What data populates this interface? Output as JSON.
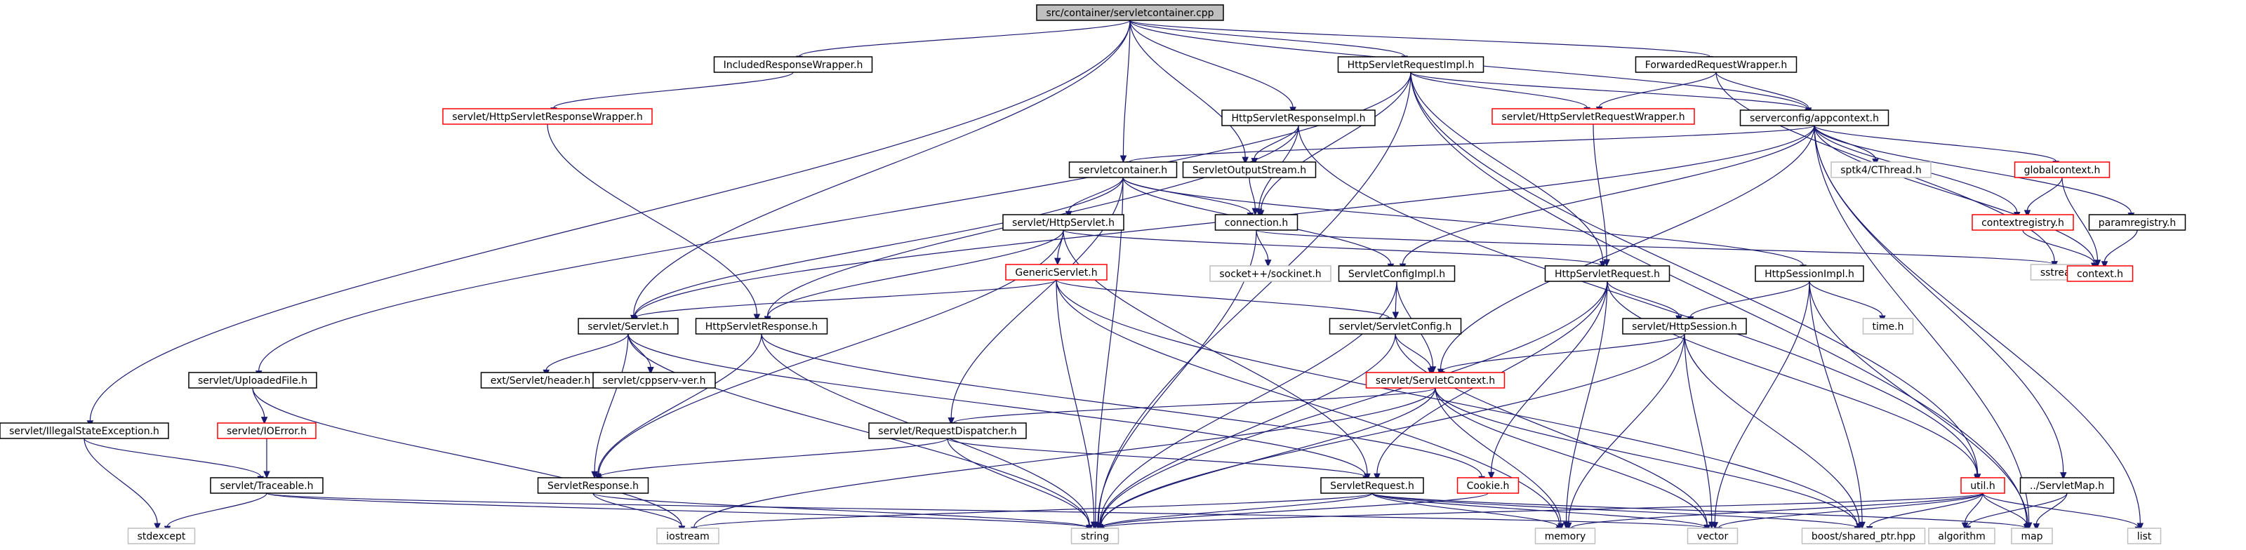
{
  "colors": {
    "edge": "#191970",
    "border_black": "#000000",
    "border_gray": "#bfbfbf",
    "border_red": "#ff0000",
    "root_fill": "#bfbfbf",
    "fill": "#ffffff",
    "text": "#000000"
  },
  "nodes": [
    {
      "id": "root",
      "label": "src/container/servletcontainer.cpp",
      "style": "root"
    },
    {
      "id": "incl",
      "label": "IncludedResponseWrapper.h",
      "style": "black"
    },
    {
      "id": "hreqimpl",
      "label": "HttpServletRequestImpl.h",
      "style": "black"
    },
    {
      "id": "fwd",
      "label": "ForwardedRequestWrapper.h",
      "style": "black"
    },
    {
      "id": "hrespwrap",
      "label": "servlet/HttpServletResponseWrapper.h",
      "style": "red"
    },
    {
      "id": "hreqwrap",
      "label": "servlet/HttpServletRequestWrapper.h",
      "style": "red"
    },
    {
      "id": "hrespimpl",
      "label": "HttpServletResponseImpl.h",
      "style": "black"
    },
    {
      "id": "appctx",
      "label": "serverconfig/appcontext.h",
      "style": "black"
    },
    {
      "id": "sccpp",
      "label": "servletcontainer.h",
      "style": "black"
    },
    {
      "id": "sos",
      "label": "ServletOutputStream.h",
      "style": "black"
    },
    {
      "id": "cthread",
      "label": "sptk4/CThread.h",
      "style": "gray"
    },
    {
      "id": "globalctx",
      "label": "globalcontext.h",
      "style": "red"
    },
    {
      "id": "conn",
      "label": "connection.h",
      "style": "black"
    },
    {
      "id": "httpservlet",
      "label": "servlet/HttpServlet.h",
      "style": "black"
    },
    {
      "id": "ctxreg",
      "label": "contextregistry.h",
      "style": "red"
    },
    {
      "id": "paramreg",
      "label": "paramregistry.h",
      "style": "black"
    },
    {
      "id": "sstream",
      "label": "sstream",
      "style": "gray"
    },
    {
      "id": "genericservlet",
      "label": "GenericServlet.h",
      "style": "red"
    },
    {
      "id": "sockinet",
      "label": "socket++/sockinet.h",
      "style": "gray"
    },
    {
      "id": "scfgimpl",
      "label": "ServletConfigImpl.h",
      "style": "black"
    },
    {
      "id": "hsreq",
      "label": "HttpServletRequest.h",
      "style": "black"
    },
    {
      "id": "hsessimpl",
      "label": "HttpSessionImpl.h",
      "style": "black"
    },
    {
      "id": "context",
      "label": "context.h",
      "style": "red"
    },
    {
      "id": "servlet",
      "label": "servlet/Servlet.h",
      "style": "black"
    },
    {
      "id": "hsresp",
      "label": "HttpServletResponse.h",
      "style": "black"
    },
    {
      "id": "scfg",
      "label": "servlet/ServletConfig.h",
      "style": "black"
    },
    {
      "id": "hsess",
      "label": "servlet/HttpSession.h",
      "style": "black"
    },
    {
      "id": "timeh",
      "label": "time.h",
      "style": "gray"
    },
    {
      "id": "uploaded",
      "label": "servlet/UploadedFile.h",
      "style": "black"
    },
    {
      "id": "extheader",
      "label": "ext/Servlet/header.h",
      "style": "black"
    },
    {
      "id": "cppserv",
      "label": "servlet/cppserv-ver.h",
      "style": "black"
    },
    {
      "id": "sctx",
      "label": "servlet/ServletContext.h",
      "style": "red"
    },
    {
      "id": "ioerror",
      "label": "servlet/IOError.h",
      "style": "red"
    },
    {
      "id": "illegal",
      "label": "servlet/IllegalStateException.h",
      "style": "black"
    },
    {
      "id": "reqdisp",
      "label": "servlet/RequestDispatcher.h",
      "style": "black"
    },
    {
      "id": "traceable",
      "label": "servlet/Traceable.h",
      "style": "black"
    },
    {
      "id": "sresp",
      "label": "ServletResponse.h",
      "style": "black"
    },
    {
      "id": "cookie",
      "label": "Cookie.h",
      "style": "red"
    },
    {
      "id": "sreq",
      "label": "ServletRequest.h",
      "style": "black"
    },
    {
      "id": "util",
      "label": "util.h",
      "style": "red"
    },
    {
      "id": "servletmap",
      "label": "../ServletMap.h",
      "style": "black"
    },
    {
      "id": "stdexcept",
      "label": "stdexcept",
      "style": "gray"
    },
    {
      "id": "iostream",
      "label": "iostream",
      "style": "gray"
    },
    {
      "id": "string",
      "label": "string",
      "style": "gray"
    },
    {
      "id": "memory",
      "label": "memory",
      "style": "gray"
    },
    {
      "id": "vector",
      "label": "vector",
      "style": "gray"
    },
    {
      "id": "sharedptr",
      "label": "boost/shared_ptr.hpp",
      "style": "gray"
    },
    {
      "id": "algorithm",
      "label": "algorithm",
      "style": "gray"
    },
    {
      "id": "map",
      "label": "map",
      "style": "gray"
    },
    {
      "id": "list",
      "label": "list",
      "style": "gray"
    }
  ],
  "edges": [
    [
      "root",
      "incl"
    ],
    [
      "root",
      "hreqimpl"
    ],
    [
      "root",
      "fwd"
    ],
    [
      "root",
      "appctx"
    ],
    [
      "root",
      "sccpp"
    ],
    [
      "root",
      "sos"
    ],
    [
      "root",
      "servlet"
    ],
    [
      "root",
      "illegal"
    ],
    [
      "root",
      "hrespimpl"
    ],
    [
      "incl",
      "hrespwrap"
    ],
    [
      "hreqimpl",
      "hreqwrap"
    ],
    [
      "hreqimpl",
      "appctx"
    ],
    [
      "hreqimpl",
      "conn"
    ],
    [
      "hreqimpl",
      "hsreq"
    ],
    [
      "hreqimpl",
      "uploaded"
    ],
    [
      "hreqimpl",
      "string"
    ],
    [
      "hreqimpl",
      "util"
    ],
    [
      "hreqimpl",
      "map"
    ],
    [
      "fwd",
      "hreqwrap"
    ],
    [
      "fwd",
      "sstream"
    ],
    [
      "fwd",
      "appctx"
    ],
    [
      "hrespwrap",
      "hsresp"
    ],
    [
      "hreqwrap",
      "hsreq"
    ],
    [
      "hrespimpl",
      "sos"
    ],
    [
      "hrespimpl",
      "conn"
    ],
    [
      "hrespimpl",
      "hsresp"
    ],
    [
      "hrespimpl",
      "util"
    ],
    [
      "appctx",
      "sccpp"
    ],
    [
      "appctx",
      "cthread"
    ],
    [
      "appctx",
      "globalctx"
    ],
    [
      "appctx",
      "ctxreg"
    ],
    [
      "appctx",
      "paramreg"
    ],
    [
      "appctx",
      "context"
    ],
    [
      "appctx",
      "scfgimpl"
    ],
    [
      "appctx",
      "sctx"
    ],
    [
      "appctx",
      "servletmap"
    ],
    [
      "appctx",
      "list"
    ],
    [
      "appctx",
      "servlet"
    ],
    [
      "appctx",
      "map"
    ],
    [
      "sccpp",
      "conn"
    ],
    [
      "sccpp",
      "httpservlet"
    ],
    [
      "sccpp",
      "scfgimpl"
    ],
    [
      "sccpp",
      "hsessimpl"
    ],
    [
      "sccpp",
      "reqdisp"
    ],
    [
      "sccpp",
      "servlet"
    ],
    [
      "sccpp",
      "string"
    ],
    [
      "sos",
      "conn"
    ],
    [
      "globalctx",
      "ctxreg"
    ],
    [
      "globalctx",
      "context"
    ],
    [
      "ctxreg",
      "context"
    ],
    [
      "paramreg",
      "context"
    ],
    [
      "conn",
      "sockinet"
    ],
    [
      "conn",
      "sstream"
    ],
    [
      "conn",
      "string"
    ],
    [
      "httpservlet",
      "genericservlet"
    ],
    [
      "httpservlet",
      "hsreq"
    ],
    [
      "httpservlet",
      "hsresp"
    ],
    [
      "httpservlet",
      "sreq"
    ],
    [
      "httpservlet",
      "sresp"
    ],
    [
      "genericservlet",
      "servlet"
    ],
    [
      "genericservlet",
      "scfg"
    ],
    [
      "genericservlet",
      "string"
    ],
    [
      "genericservlet",
      "sharedptr"
    ],
    [
      "genericservlet",
      "memory"
    ],
    [
      "scfgimpl",
      "scfg"
    ],
    [
      "scfgimpl",
      "sctx"
    ],
    [
      "scfgimpl",
      "string"
    ],
    [
      "hsreq",
      "sreq"
    ],
    [
      "hsreq",
      "hsess"
    ],
    [
      "hsreq",
      "cookie"
    ],
    [
      "hsreq",
      "string"
    ],
    [
      "hsreq",
      "memory"
    ],
    [
      "hsreq",
      "util"
    ],
    [
      "hsessimpl",
      "hsess"
    ],
    [
      "hsessimpl",
      "timeh"
    ],
    [
      "hsessimpl",
      "vector"
    ],
    [
      "hsessimpl",
      "sharedptr"
    ],
    [
      "hsessimpl",
      "map"
    ],
    [
      "servlet",
      "extheader"
    ],
    [
      "servlet",
      "cppserv"
    ],
    [
      "servlet",
      "sreq"
    ],
    [
      "servlet",
      "sresp"
    ],
    [
      "servlet",
      "string"
    ],
    [
      "hsresp",
      "sresp"
    ],
    [
      "hsresp",
      "cookie"
    ],
    [
      "hsresp",
      "string"
    ],
    [
      "scfg",
      "sctx"
    ],
    [
      "scfg",
      "string"
    ],
    [
      "scfg",
      "vector"
    ],
    [
      "hsess",
      "sctx"
    ],
    [
      "hsess",
      "string"
    ],
    [
      "hsess",
      "vector"
    ],
    [
      "hsess",
      "sharedptr"
    ],
    [
      "hsess",
      "memory"
    ],
    [
      "uploaded",
      "ioerror"
    ],
    [
      "uploaded",
      "iostream"
    ],
    [
      "sctx",
      "reqdisp"
    ],
    [
      "sctx",
      "iostream"
    ],
    [
      "sctx",
      "string"
    ],
    [
      "sctx",
      "vector"
    ],
    [
      "sctx",
      "memory"
    ],
    [
      "sctx",
      "sharedptr"
    ],
    [
      "ioerror",
      "traceable"
    ],
    [
      "illegal",
      "traceable"
    ],
    [
      "illegal",
      "stdexcept"
    ],
    [
      "reqdisp",
      "sreq"
    ],
    [
      "reqdisp",
      "sresp"
    ],
    [
      "reqdisp",
      "string"
    ],
    [
      "traceable",
      "stdexcept"
    ],
    [
      "traceable",
      "string"
    ],
    [
      "traceable",
      "vector"
    ],
    [
      "sresp",
      "iostream"
    ],
    [
      "sresp",
      "string"
    ],
    [
      "cookie",
      "string"
    ],
    [
      "sreq",
      "string"
    ],
    [
      "sreq",
      "iostream"
    ],
    [
      "sreq",
      "vector"
    ],
    [
      "sreq",
      "memory"
    ],
    [
      "sreq",
      "sharedptr"
    ],
    [
      "sreq",
      "map"
    ],
    [
      "util",
      "string"
    ],
    [
      "util",
      "algorithm"
    ],
    [
      "util",
      "vector"
    ],
    [
      "util",
      "map"
    ],
    [
      "util",
      "list"
    ],
    [
      "util",
      "sharedptr"
    ],
    [
      "util",
      "memory"
    ],
    [
      "servletmap",
      "map"
    ],
    [
      "servletmap",
      "algorithm"
    ]
  ]
}
